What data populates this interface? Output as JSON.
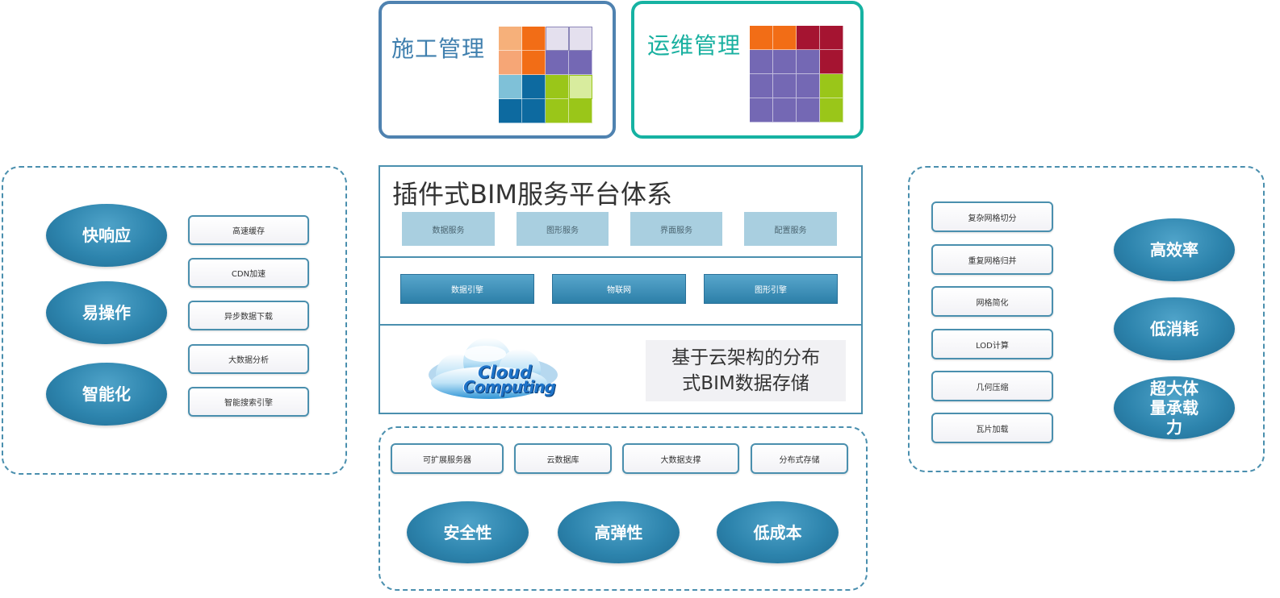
{
  "top_cards": {
    "construction": {
      "title": "施工管理",
      "title_color": "#3f7fae",
      "border_color": "#4f82b0"
    },
    "operation": {
      "title": "运维管理",
      "title_color": "#19b0a0",
      "border_color": "#16b2a2"
    }
  },
  "platform": {
    "title": "插件式BIM服务平台体系",
    "services": [
      "数据服务",
      "图形服务",
      "界面服务",
      "配置服务"
    ],
    "engines": [
      "数据引擎",
      "物联网",
      "图形引擎"
    ],
    "cloud_logo": {
      "line1": "Cloud",
      "line2": "Computing"
    },
    "storage_text": "基于云架构的分布式BIM数据存储"
  },
  "left_panel": {
    "features": [
      "快响应",
      "易操作",
      "智能化"
    ],
    "items": [
      "高速缓存",
      "CDN加速",
      "异步数据下载",
      "大数据分析",
      "智能搜索引擎"
    ]
  },
  "right_panel": {
    "items": [
      "复杂网格切分",
      "重复网格归并",
      "网格简化",
      "LOD计算",
      "几何压缩",
      "瓦片加载"
    ],
    "features": [
      "高效率",
      "低消耗",
      "超大体量承载力"
    ]
  },
  "bottom_panel": {
    "items": [
      "可扩展服务器",
      "云数据库",
      "大数据支撑",
      "分布式存储"
    ],
    "features": [
      "安全性",
      "高弹性",
      "低成本"
    ]
  },
  "colors": {
    "accent_blue": "#2d84ad",
    "panel_border": "#4a8fae",
    "service_light": "#a9cfe0",
    "cube_orange": "#f26d16",
    "cube_purple": "#7468b4",
    "cube_green": "#9ac619",
    "cube_blue": "#0d6aa0",
    "cube_red": "#a51431"
  }
}
